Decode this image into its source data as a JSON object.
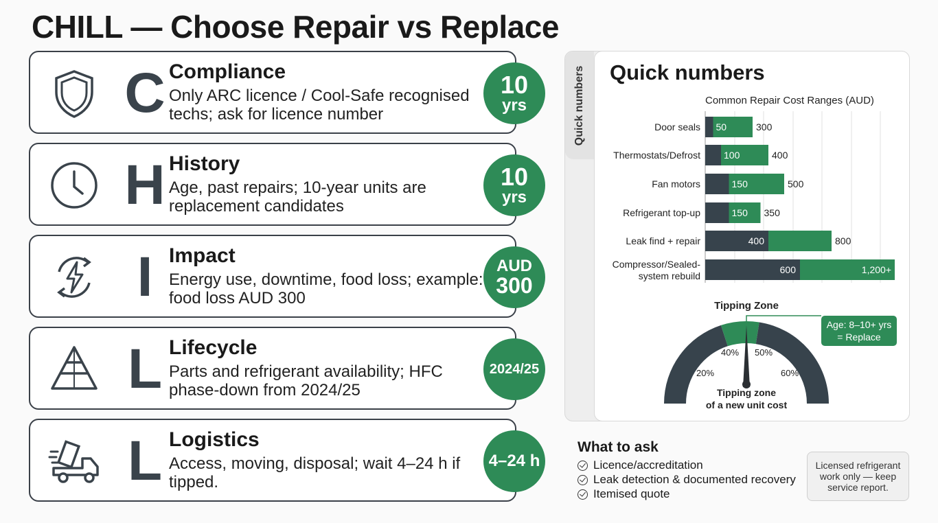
{
  "title": "CHILL — Choose Repair vs Replace",
  "cards": [
    {
      "letter": "C",
      "heading": "Compliance",
      "desc": "Only ARC licence / Cool-Safe recognised techs; ask for licence number",
      "badge_line1": "10",
      "badge_line2": "yrs",
      "icon": "shield-icon"
    },
    {
      "letter": "H",
      "heading": "History",
      "desc": "Age, past repairs; 10-year units are replacement candidates",
      "badge_line1": "10",
      "badge_line2": "yrs",
      "icon": "clock-icon"
    },
    {
      "letter": "I",
      "heading": "Impact",
      "desc": "Energy use, downtime, food loss; example: food loss AUD 300",
      "badge_line1": "AUD",
      "badge_line2": "300",
      "icon": "energy-icon"
    },
    {
      "letter": "L",
      "heading": "Lifecycle",
      "desc": "Parts and refrigerant availability; HFC phase-down from 2024/25",
      "badge_line1": "2024/25",
      "badge_line2": "",
      "icon": "pyramid-icon"
    },
    {
      "letter": "L",
      "heading": "Logistics",
      "desc": "Access, moving, disposal; wait 4–24 h if tipped.",
      "badge_line1": "4–24 h",
      "badge_line2": "",
      "icon": "truck-icon"
    }
  ],
  "quick": {
    "tab_label": "Quick numbers",
    "title": "Quick numbers"
  },
  "chart_data": {
    "type": "bar",
    "title": "Common Repair Cost Ranges (AUD)",
    "categories": [
      "Door seals",
      "Thermostats/Defrost",
      "Fan motors",
      "Refrigerant top-up",
      "Leak find + repair",
      "Compressor/Sealed-system rebuild"
    ],
    "category_lines": [
      [
        "Door seals"
      ],
      [
        "Thermostats/Defrost"
      ],
      [
        "Fan motors"
      ],
      [
        "Refrigerant top-up"
      ],
      [
        "Leak find + repair"
      ],
      [
        "Compressor/Sealed-",
        "system rebuild"
      ]
    ],
    "low": [
      50,
      100,
      150,
      150,
      400,
      600
    ],
    "high": [
      300,
      400,
      500,
      350,
      800,
      1200
    ],
    "low_labels": [
      "50",
      "100",
      "150",
      "150",
      "400",
      "600"
    ],
    "high_labels": [
      "300",
      "400",
      "500",
      "350",
      "800",
      "1,200+"
    ],
    "colors": {
      "low": "#37434c",
      "high": "#2e8b57"
    }
  },
  "gauge": {
    "title": "Tipping Zone",
    "ticks": [
      "20%",
      "40%",
      "50%",
      "60%"
    ],
    "tick_values": [
      20,
      40,
      50,
      60
    ],
    "needle_value": 50,
    "zone_range": [
      40,
      55
    ],
    "caption_line1": "Tipping zone",
    "caption_line2": "of a new unit cost",
    "callout_line1": "Age: 8–10+ yrs",
    "callout_line2": "= Replace"
  },
  "ask": {
    "title": "What to ask",
    "items": [
      "Licence/accreditation",
      "Leak detection & documented recovery",
      "Itemised quote"
    ]
  },
  "note": "Licensed refrigerant work only — keep service report."
}
